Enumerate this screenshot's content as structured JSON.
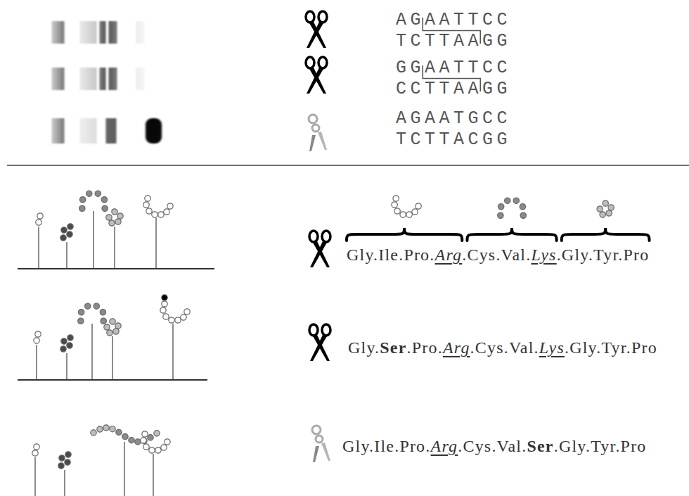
{
  "diagram": {
    "labels": [
      "AGAATTCC",
      "TCTTAAGG",
      "GGAATTCC",
      "CCTTAAGG",
      "AGAATGCC",
      "TCTTACGG",
      "Gly.Ile.Pro.Arg.Cys.Val.Lys.Gly.Tyr.Pro",
      "Gly.Ser.Pro.Arg.Cys.Val.Lys.Gly.Tyr.Pro",
      "Gly.Ile.Pro.Arg.Cys.Val.Ser.Gly.Tyr.Pro"
    ]
  }
}
